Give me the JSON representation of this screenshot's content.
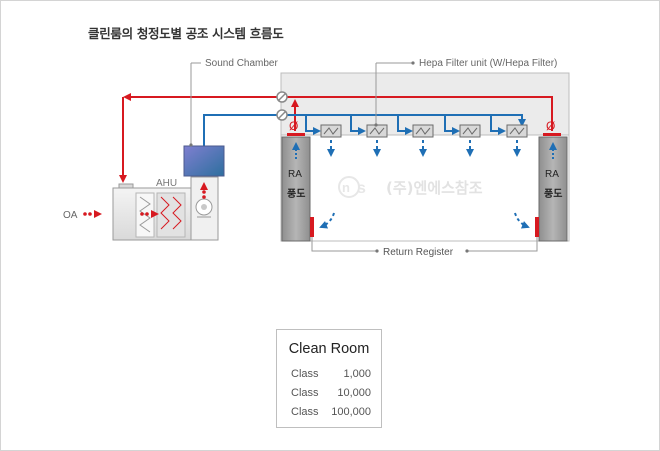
{
  "title": "클린룸의 청정도별 공조 시스템 흐름도",
  "labels": {
    "sound_chamber": "Sound Chamber",
    "hepa_filter": "Hepa Filter unit (W/Hepa Filter)",
    "ahu": "AHU",
    "oa": "OA",
    "ra_left": "RA",
    "duct_left": "풍도",
    "ra_right": "RA",
    "duct_right": "풍도",
    "return_register": "Return Register",
    "damper_symbol": "Ø"
  },
  "watermark": "(주)엔에스참조",
  "legend": {
    "title": "Clean Room",
    "rows": [
      {
        "label": "Class",
        "value": "1,000"
      },
      {
        "label": "Class",
        "value": "10,000"
      },
      {
        "label": "Class",
        "value": "100,000"
      }
    ]
  },
  "colors": {
    "supply": "#1f6fb5",
    "return": "#d71920",
    "duct": "#9a9a9a",
    "room": "#ececec",
    "sound_chamber": "#5a6fb0"
  }
}
